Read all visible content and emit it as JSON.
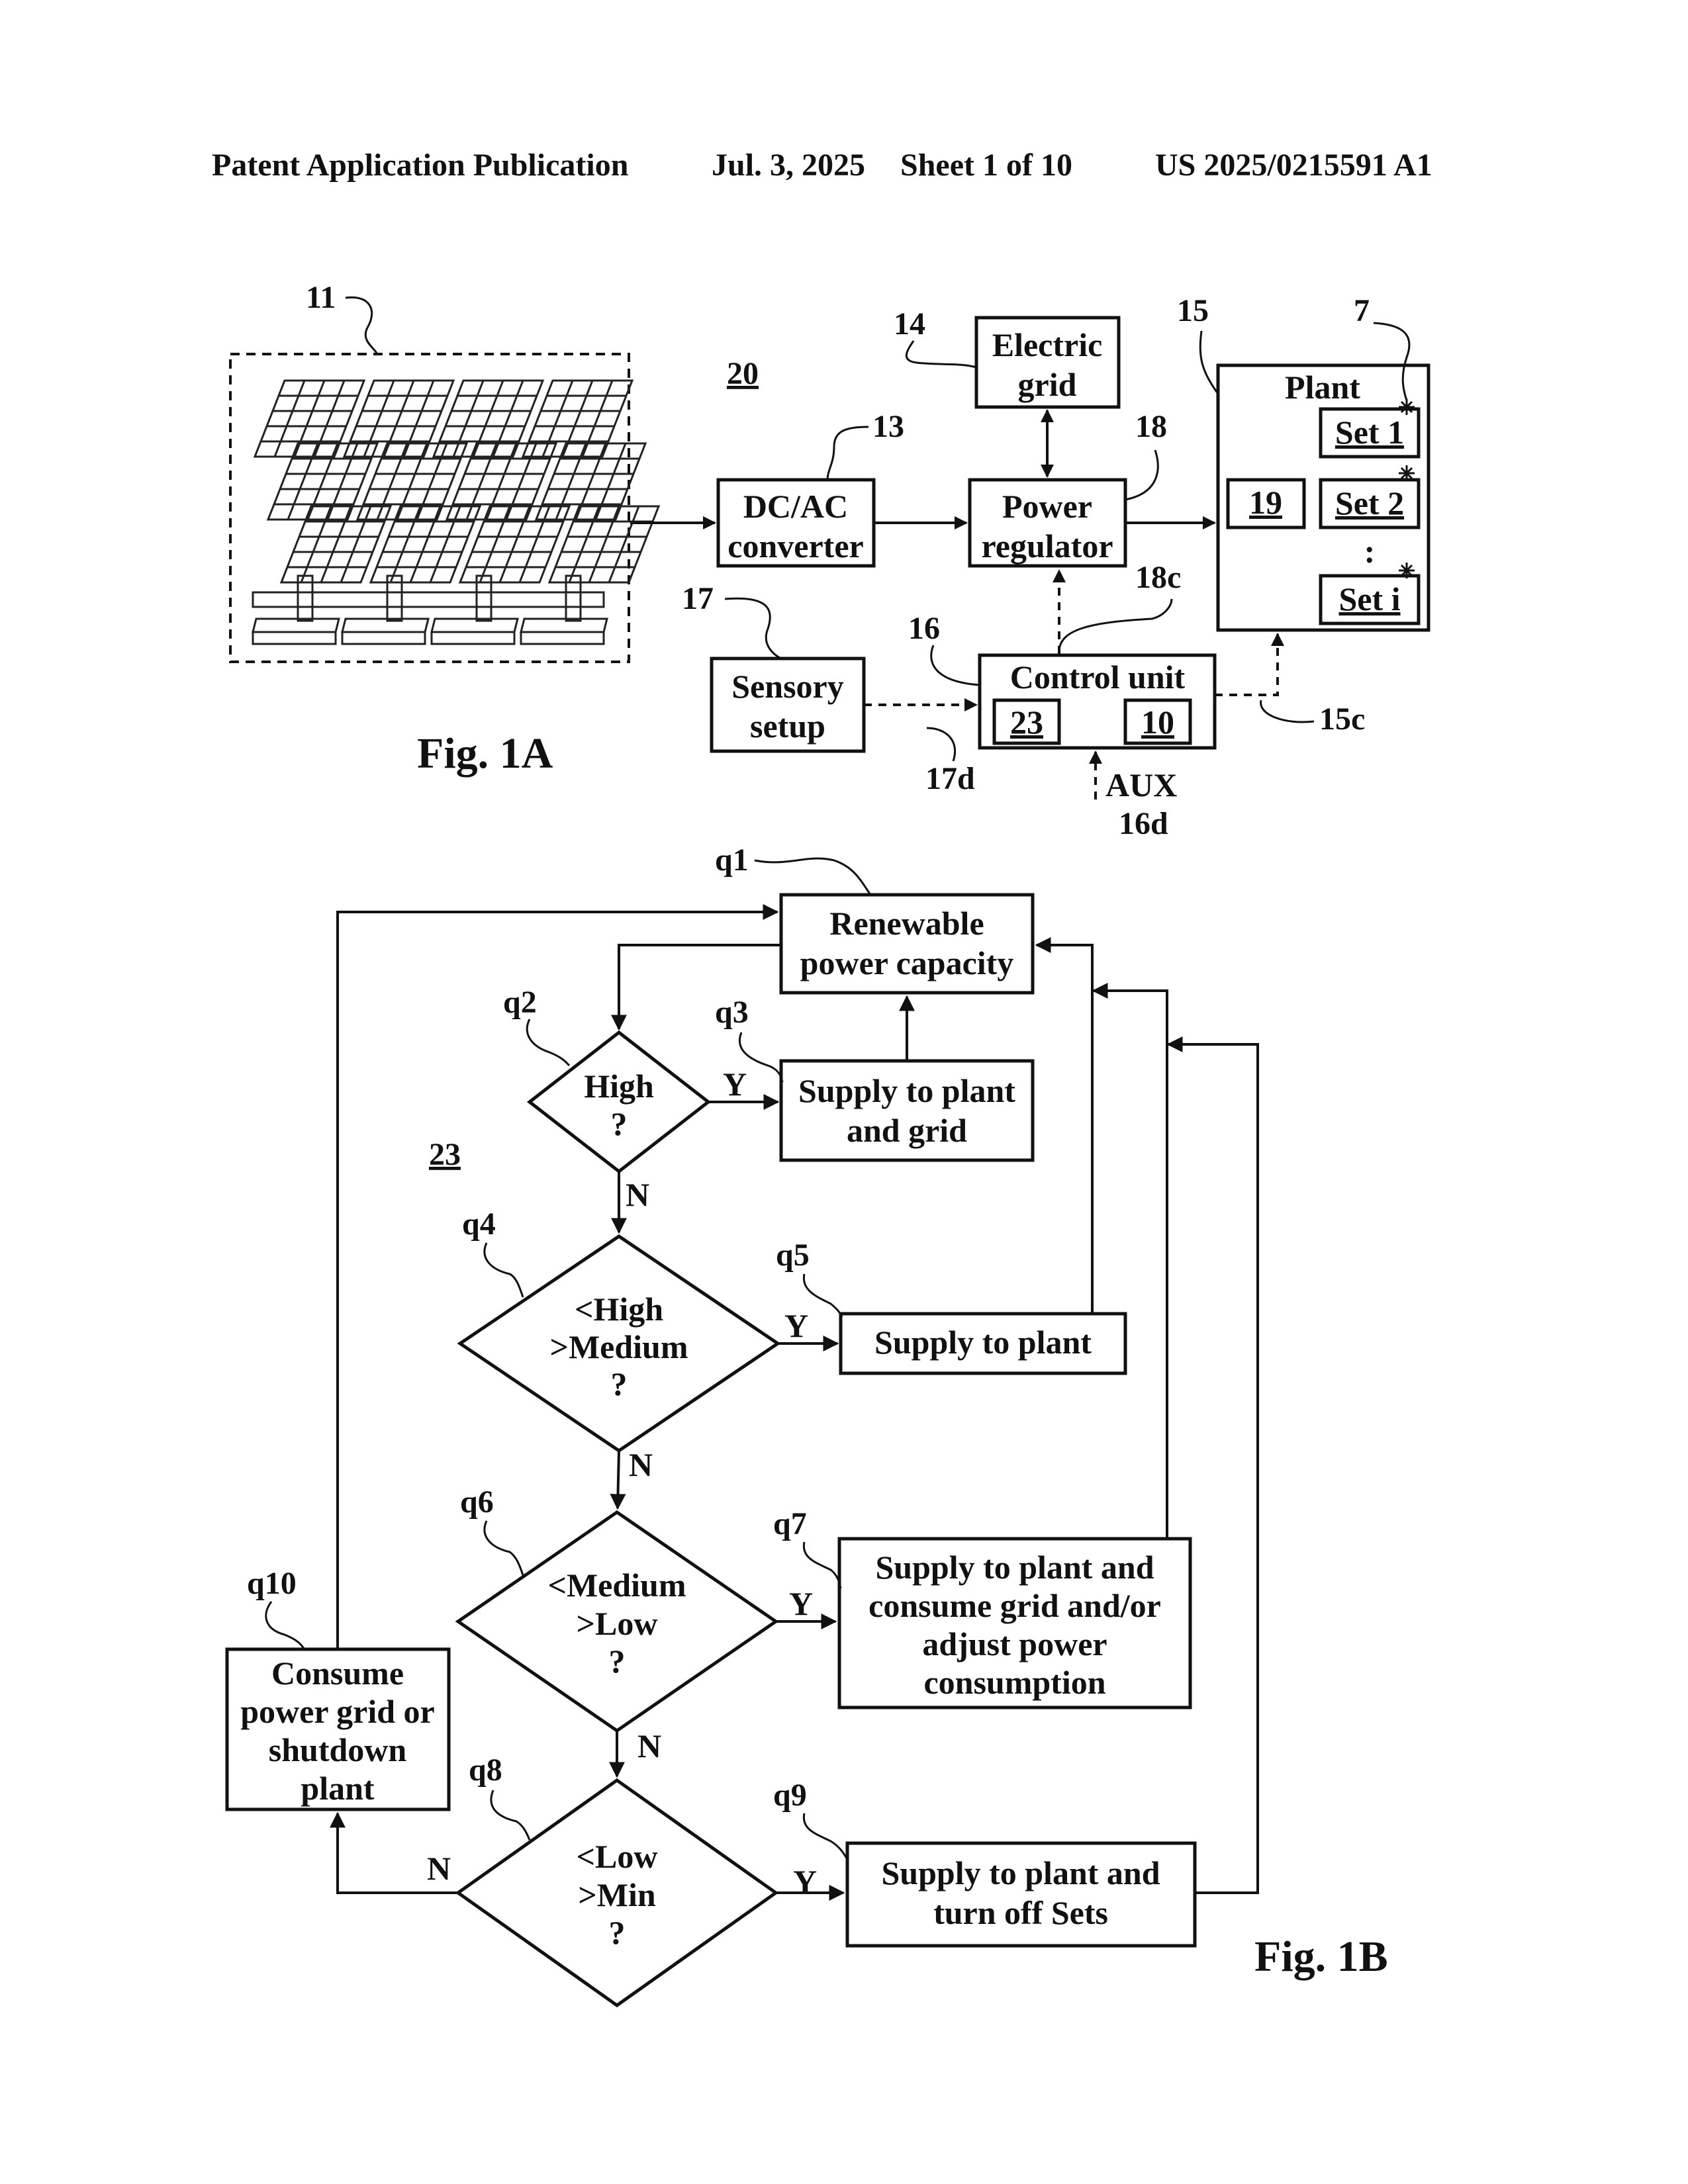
{
  "header": {
    "publication": "Patent Application Publication",
    "date": "Jul. 3, 2025",
    "sheet": "Sheet 1 of 10",
    "number": "US 2025/0215591 A1"
  },
  "fig1a": {
    "caption": "Fig. 1A",
    "system_ref": "20",
    "pv_ref": "11",
    "converter": {
      "line1": "DC/AC",
      "line2": "converter",
      "ref": "13"
    },
    "grid": {
      "line1": "Electric",
      "line2": "grid",
      "ref": "14"
    },
    "regulator": {
      "line1": "Power",
      "line2": "regulator",
      "ref": "18",
      "control_ref": "18c"
    },
    "plant": {
      "title": "Plant",
      "ref": "15",
      "control_ref": "15c",
      "inner_ref": "19",
      "sets_ref": "7",
      "set1": "Set 1",
      "set2": "Set 2",
      "dots": ":",
      "seti": "Set i"
    },
    "sensory": {
      "line1": "Sensory",
      "line2": "setup",
      "ref": "17",
      "data_ref": "17d"
    },
    "control": {
      "title": "Control unit",
      "ref": "16",
      "box1": "23",
      "box2": "10",
      "aux": "AUX",
      "aux_ref": "16d"
    }
  },
  "fig1b": {
    "caption": "Fig. 1B",
    "algo_ref": "23",
    "yes": "Y",
    "no": "N",
    "q1": {
      "ref": "q1",
      "line1": "Renewable",
      "line2": "power capacity"
    },
    "q2": {
      "ref": "q2",
      "line1": "High",
      "line2": "?"
    },
    "q3": {
      "ref": "q3",
      "line1": "Supply to plant",
      "line2": "and grid"
    },
    "q4": {
      "ref": "q4",
      "line1": "<High",
      "line2": ">Medium",
      "line3": "?"
    },
    "q5": {
      "ref": "q5",
      "line1": "Supply to plant"
    },
    "q6": {
      "ref": "q6",
      "line1": "<Medium",
      "line2": ">Low",
      "line3": "?"
    },
    "q7": {
      "ref": "q7",
      "line1": "Supply to plant and",
      "line2": "consume grid and/or",
      "line3": "adjust power",
      "line4": "consumption"
    },
    "q8": {
      "ref": "q8",
      "line1": "<Low",
      "line2": ">Min",
      "line3": "?"
    },
    "q9": {
      "ref": "q9",
      "line1": "Supply to plant and",
      "line2": "turn off Sets"
    },
    "q10": {
      "ref": "q10",
      "line1": "Consume",
      "line2": "power grid or",
      "line3": "shutdown",
      "line4": "plant"
    }
  }
}
